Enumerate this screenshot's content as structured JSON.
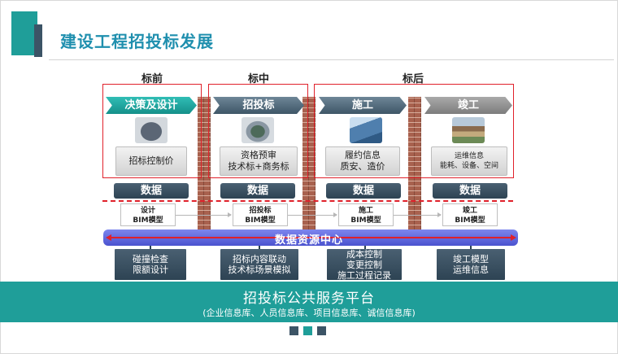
{
  "title": "建设工程招投标发展",
  "phases": [
    "标前",
    "标中",
    "标后"
  ],
  "stages": [
    {
      "label": "决策及设计",
      "desc": [
        "招标控制价"
      ],
      "bim": [
        "设计",
        "BIM模型"
      ],
      "bottom": [
        "碰撞检查",
        "限额设计"
      ]
    },
    {
      "label": "招投标",
      "desc": [
        "资格预审",
        "技术标+商务标"
      ],
      "bim": [
        "招投标",
        "BIM模型"
      ],
      "bottom": [
        "招标内容联动",
        "技术标场景模拟"
      ]
    },
    {
      "label": "施工",
      "desc": [
        "履约信息",
        "质安、造价"
      ],
      "bim": [
        "施工",
        "BIM模型"
      ],
      "bottom": [
        "成本控制",
        "变更控制",
        "施工过程记录"
      ]
    },
    {
      "label": "竣工",
      "desc": [
        "运维信息",
        "能耗、设备、空间"
      ],
      "bim": [
        "竣工",
        "BIM模型"
      ],
      "bottom": [
        "竣工模型",
        "运维信息"
      ]
    }
  ],
  "data_label": "数据",
  "center_label": "数据资源中心",
  "platform": {
    "title": "招投标公共服务平台",
    "subtitle": "(企业信息库、人员信息库、项目信息库、诚信信息库)"
  },
  "colors": {
    "teal": "#1f9e99",
    "slate": "#3c5466",
    "red": "#e0212b",
    "title_blue": "#1f8fae",
    "data_bar": "#5a62dc"
  }
}
